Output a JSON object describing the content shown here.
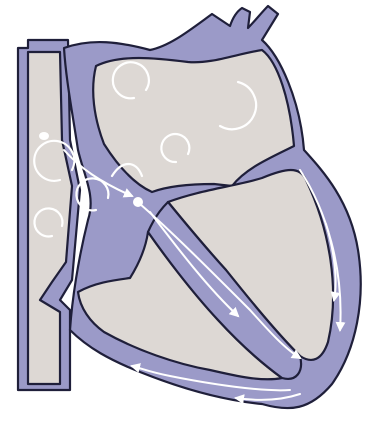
{
  "diagram": {
    "colors": {
      "background": "#ffffff",
      "muscle": "#9b9ac8",
      "chamber": "#ddd8d4",
      "outline": "#1f1f3a",
      "flow": "#ffffff"
    },
    "elements": [
      "superior-vena-cava",
      "aorta",
      "left-atrium",
      "right-atrium",
      "left-ventricle",
      "right-ventricle",
      "sinoatrial-node",
      "atrioventricular-node",
      "bundle-of-his",
      "purkinje-fibres",
      "conduction-arrows",
      "atrial-excitation-swirls"
    ]
  }
}
